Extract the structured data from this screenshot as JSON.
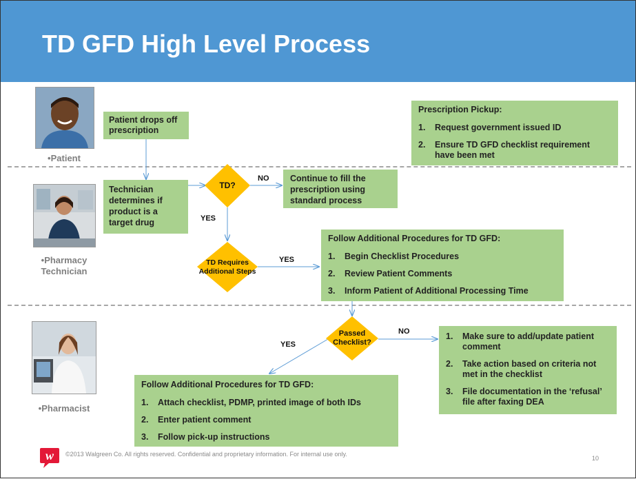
{
  "title": "TD GFD High Level Process",
  "roles": {
    "patient": "•Patient",
    "technician_line1": "•Pharmacy",
    "technician_line2": "Technician",
    "pharmacist": "•Pharmacist"
  },
  "boxes": {
    "drop_off": "Patient drops off prescription",
    "technician_determines": "Technician determines if product is a target drug",
    "continue_fill": "Continue to fill the prescription using standard process",
    "pickup": {
      "title": "Prescription Pickup:",
      "items": [
        "Request government issued ID",
        "Ensure TD GFD checklist requirement have been met"
      ]
    },
    "additional_tech": {
      "title": "Follow Additional Procedures for TD GFD:",
      "items": [
        "Begin Checklist Procedures",
        "Review Patient Comments",
        "Inform Patient of Additional Processing Time"
      ]
    },
    "failed_checklist": {
      "items": [
        "Make sure to add/update patient comment",
        "Take action based on criteria not met in the checklist",
        "File documentation in the ‘refusal’ file after faxing DEA"
      ]
    },
    "additional_pharm": {
      "title": "Follow Additional Procedures for TD GFD:",
      "items": [
        "Attach checklist, PDMP, printed image of both IDs",
        "Enter patient comment",
        "Follow pick-up instructions"
      ]
    }
  },
  "decisions": {
    "td": "TD?",
    "requires_line1": "TD Requires",
    "requires_line2": "Additional Steps",
    "passed_line1": "Passed",
    "passed_line2": "Checklist?"
  },
  "edge_labels": {
    "td_no": "NO",
    "td_yes": "YES",
    "requires_yes": "YES",
    "passed_no": "NO",
    "passed_yes": "YES"
  },
  "colors": {
    "title_bar": "#4f97d3",
    "box_green": "#a9d18e",
    "diamond": "#ffc000",
    "arrow": "#5b9bd5",
    "logo_red": "#e31837"
  },
  "footer": {
    "copyright": "©2013 Walgreen Co. All rights reserved. Confidential and proprietary information. For internal use only.",
    "page_number": "10"
  }
}
